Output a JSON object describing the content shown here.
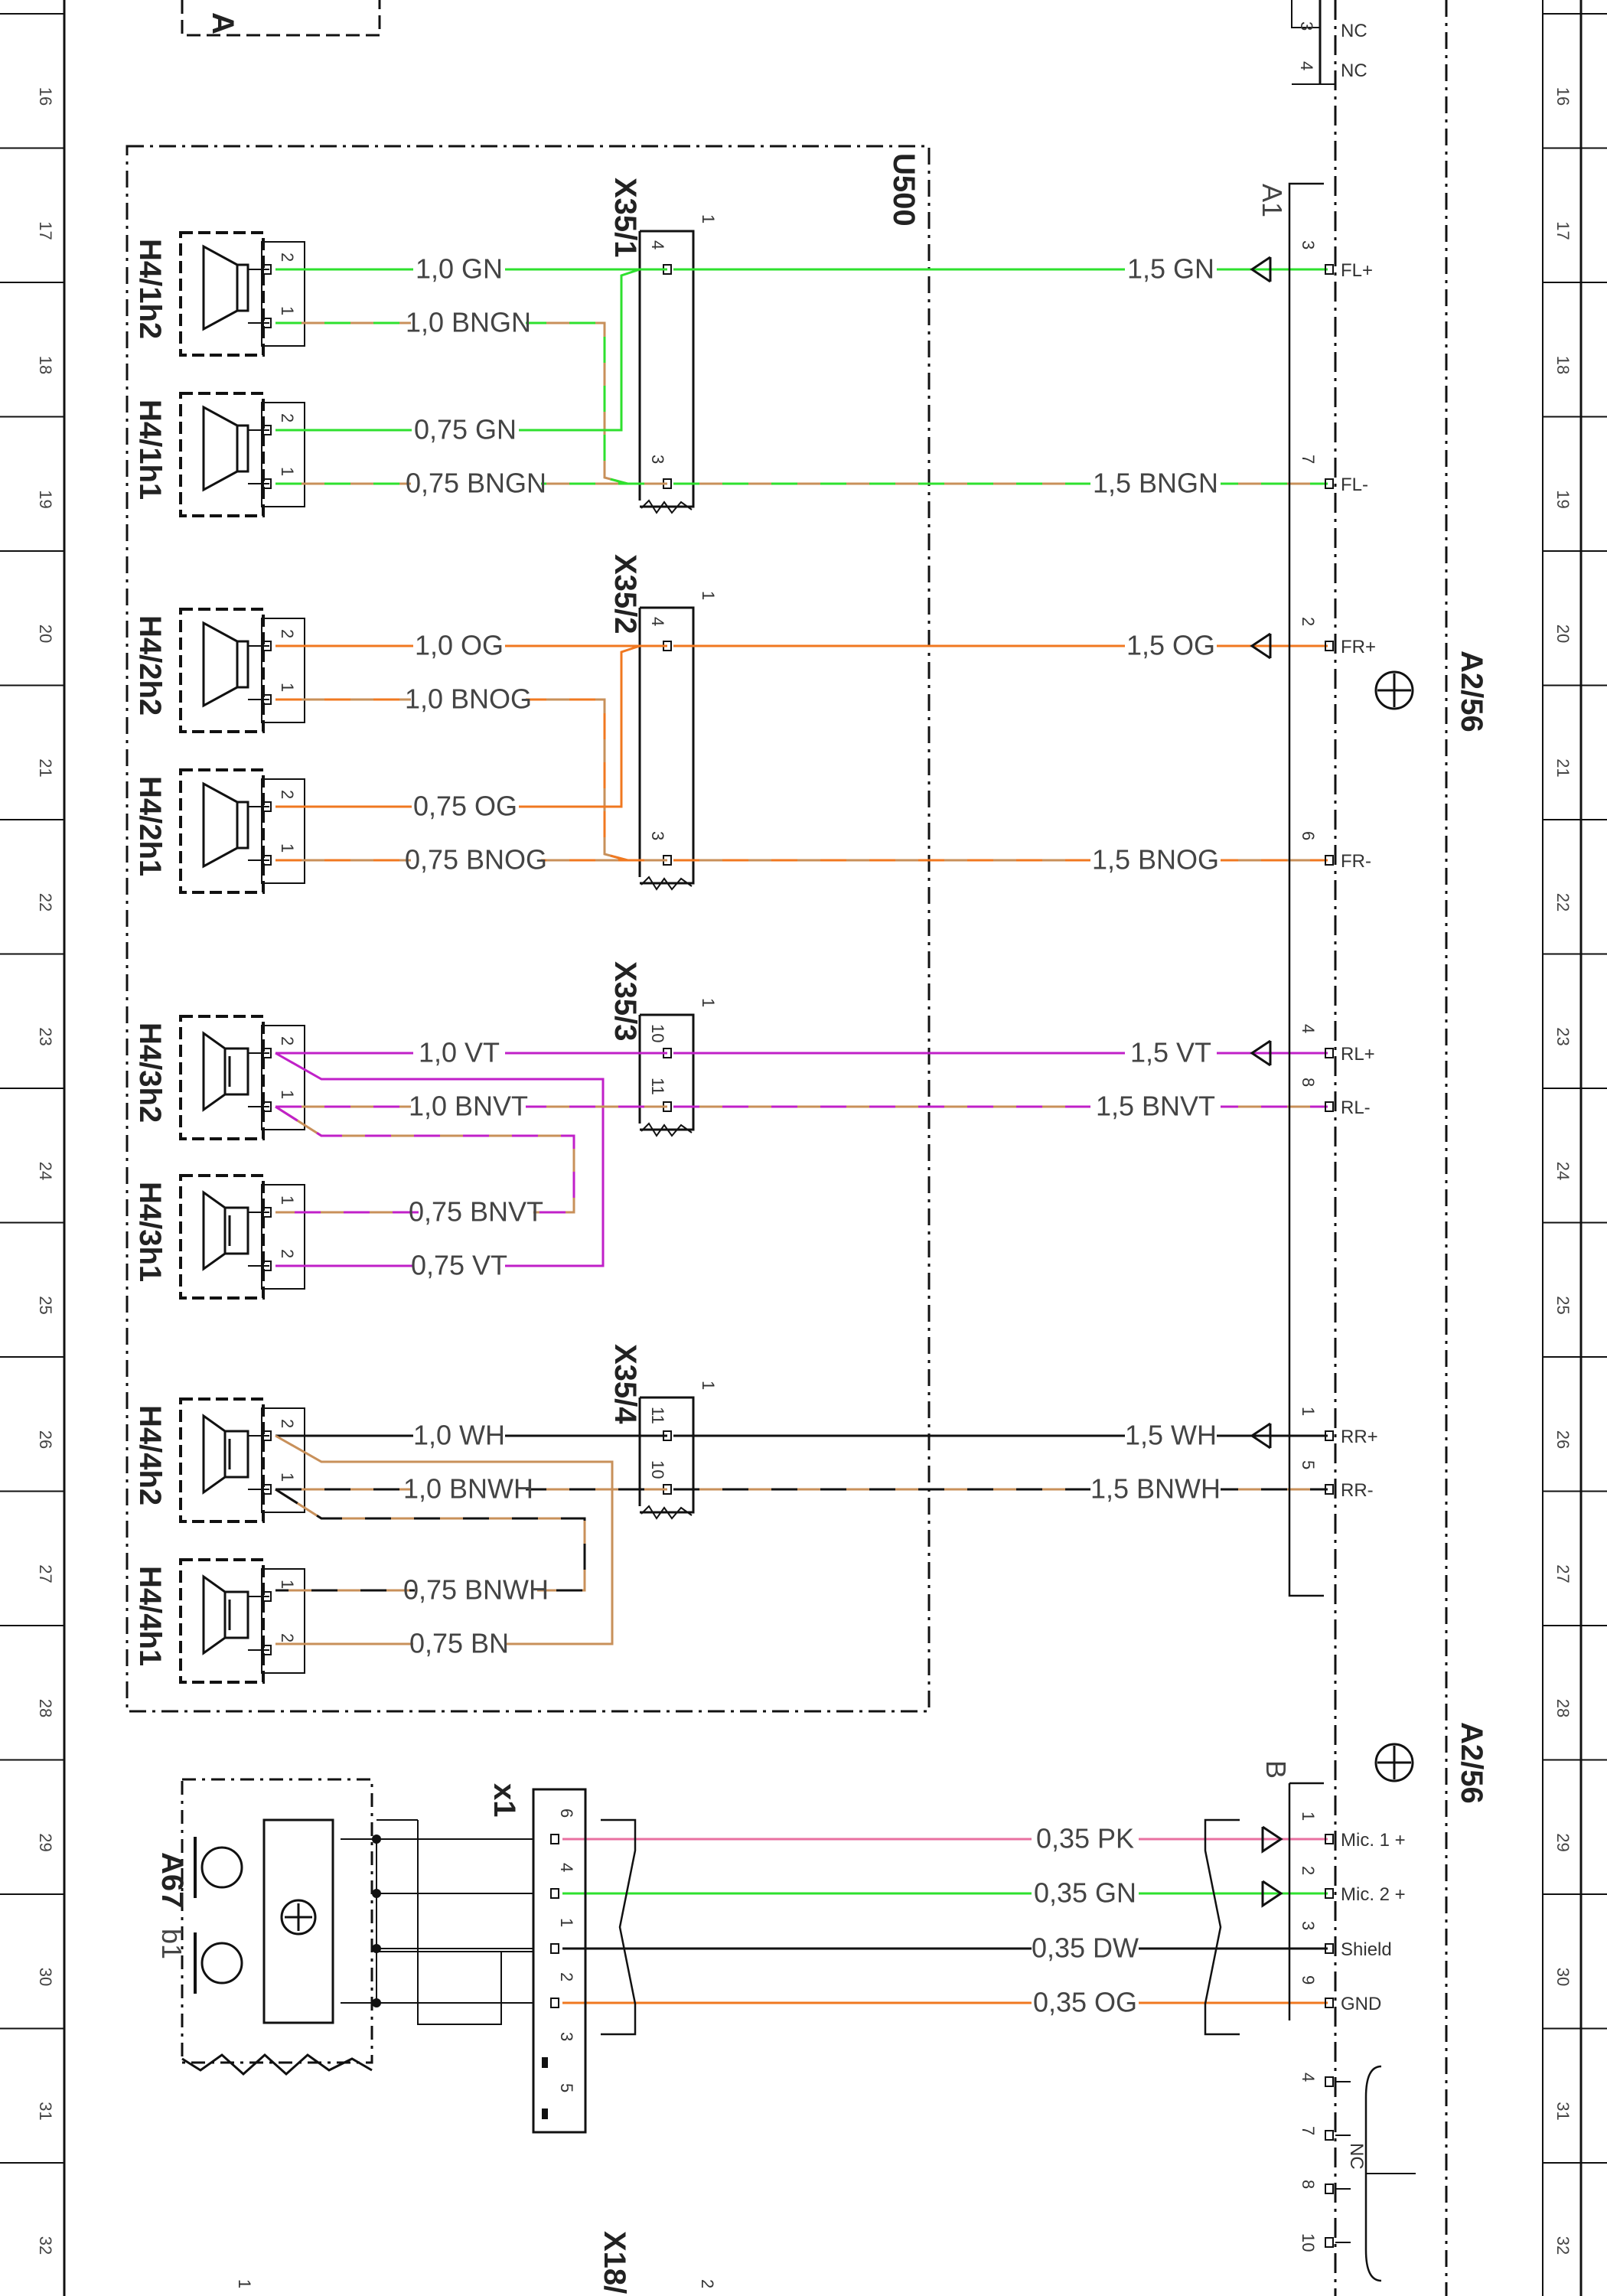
{
  "row_numbers": [
    "16",
    "17",
    "18",
    "19",
    "20",
    "21",
    "22",
    "23",
    "24",
    "25",
    "26",
    "27",
    "28",
    "29",
    "30",
    "31",
    "32"
  ],
  "colors": {
    "GN": "#2ee02e",
    "OG": "#f07820",
    "VT": "#c020c8",
    "WH": "#111111",
    "BN": "#c8905a",
    "PK": "#e870a0",
    "DW": "#111111"
  },
  "top_partial": {
    "box_label": "A",
    "pins": [
      "3",
      "4"
    ],
    "nc": [
      "NC",
      "NC"
    ]
  },
  "u500": {
    "label": "U500",
    "speakers": [
      {
        "label": "H4/1h2",
        "top_pin": "2",
        "bot_pin": "1"
      },
      {
        "label": "H4/1h1",
        "top_pin": "2",
        "bot_pin": "1"
      },
      {
        "label": "H4/2h2",
        "top_pin": "2",
        "bot_pin": "1"
      },
      {
        "label": "H4/2h1",
        "top_pin": "2",
        "bot_pin": "1"
      },
      {
        "label": "H4/3h2",
        "top_pin": "2",
        "bot_pin": "1"
      },
      {
        "label": "H4/3h1",
        "top_pin": "1",
        "bot_pin": "2"
      },
      {
        "label": "H4/4h2",
        "top_pin": "2",
        "bot_pin": "1"
      },
      {
        "label": "H4/4h1",
        "top_pin": "1",
        "bot_pin": "2"
      }
    ],
    "connectors": [
      {
        "label": "X35/1",
        "mark": "1",
        "pins": [
          "4",
          "3"
        ]
      },
      {
        "label": "X35/2",
        "mark": "1",
        "pins": [
          "4",
          "3"
        ]
      },
      {
        "label": "X35/3",
        "mark": "1",
        "pins": [
          "10",
          "11"
        ]
      },
      {
        "label": "X35/4",
        "mark": "1",
        "pins": [
          "11",
          "10"
        ]
      }
    ],
    "wires": [
      "1,0 GN",
      "1,0 BNGN",
      "0,75 GN",
      "0,75 BNGN",
      "1,0 OG",
      "1,0 BNOG",
      "0,75 OG",
      "0,75 BNOG",
      "1,0 VT",
      "1,0 BNVT",
      "0,75 BNVT",
      "0,75 VT",
      "1,0 WH",
      "1,0 BNWH",
      "0,75 BNWH",
      "0,75 BN"
    ]
  },
  "a2_56": {
    "label": "A2/56",
    "conn_a": "A1",
    "conn_b": "B",
    "a_pins": [
      {
        "wire": "1,5 GN",
        "pin": "3",
        "signal": "FL+"
      },
      {
        "wire": "1,5 BNGN",
        "pin": "7",
        "signal": "FL-"
      },
      {
        "wire": "1,5 OG",
        "pin": "2",
        "signal": "FR+"
      },
      {
        "wire": "1,5 BNOG",
        "pin": "6",
        "signal": "FR-"
      },
      {
        "wire": "1,5 VT",
        "pin": "4",
        "signal": "RL+"
      },
      {
        "wire": "1,5 BNVT",
        "pin": "8",
        "signal": "RL-"
      },
      {
        "wire": "1,5 WH",
        "pin": "1",
        "signal": "RR+"
      },
      {
        "wire": "1,5 BNWH",
        "pin": "5",
        "signal": "RR-"
      }
    ],
    "b_pins": [
      {
        "wire": "0,35 PK",
        "pin": "1",
        "signal": "Mic. 1 +"
      },
      {
        "wire": "0,35 GN",
        "pin": "2",
        "signal": "Mic. 2 +"
      },
      {
        "wire": "0,35 DW",
        "pin": "3",
        "signal": "Shield"
      },
      {
        "wire": "0,35 OG",
        "pin": "9",
        "signal": "GND"
      }
    ],
    "nc_pins": [
      "4",
      "7",
      "8",
      "10"
    ],
    "nc_label": "NC"
  },
  "a67": {
    "label": "A67",
    "sub": "b1",
    "conn_label": "x1",
    "conn_pins": [
      "6",
      "4",
      "1",
      "2",
      "3",
      "5"
    ]
  },
  "bottom": {
    "conn_label": "X18/",
    "mark": "1",
    "mark2": "2"
  }
}
